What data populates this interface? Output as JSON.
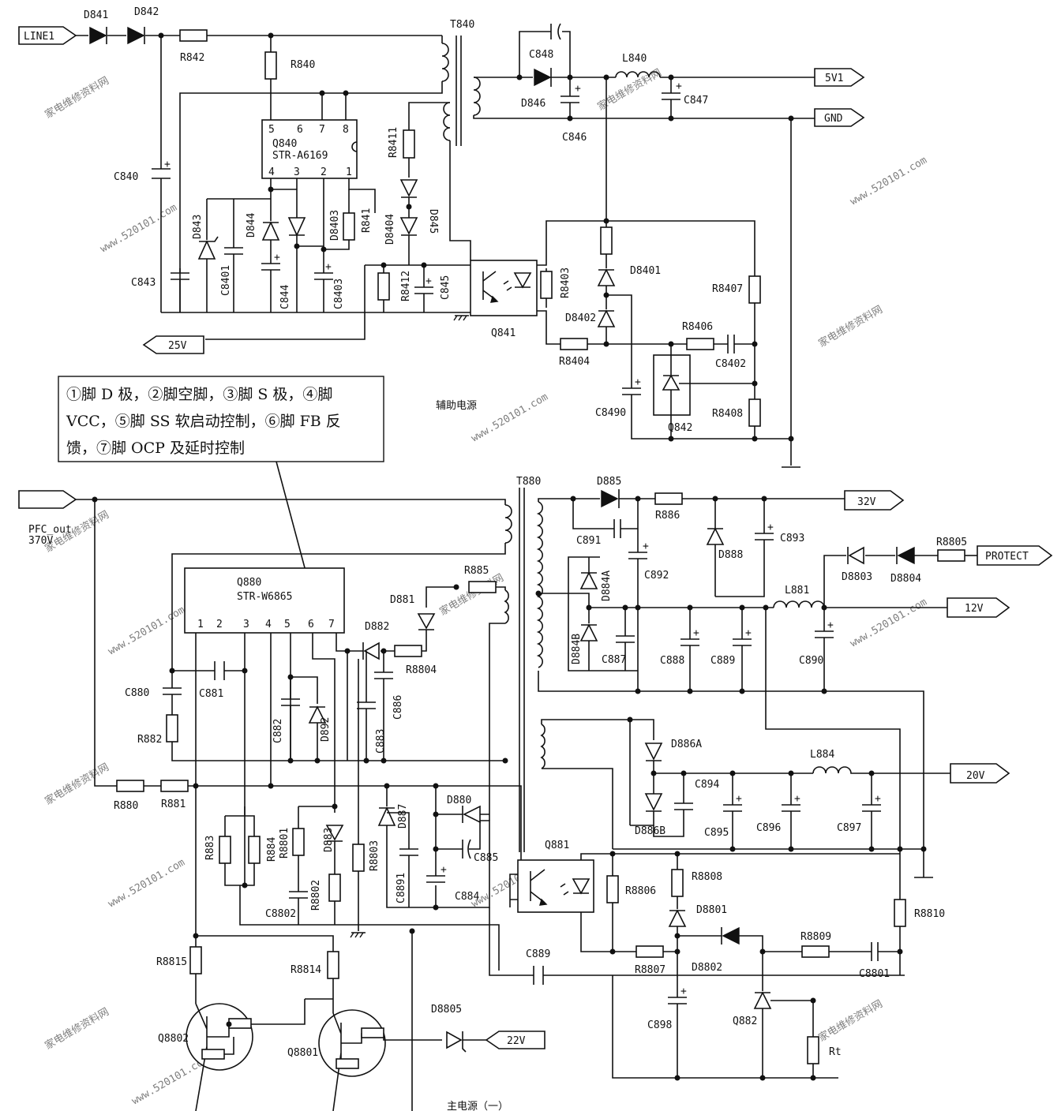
{
  "watermark": {
    "site_cn": "家电维修资料网",
    "site_url": "www.520101.com"
  },
  "captions": {
    "aux": "辅助电源",
    "main": "主电源（一）"
  },
  "note_box": {
    "line1": "①脚 D 极，②脚空脚，③脚 S 极，④脚",
    "line2": "VCC，⑤脚 SS 软启动控制，⑥脚 FB 反",
    "line3": "馈，⑦脚 OCP 及延时控制"
  },
  "ports": {
    "line1": "LINE1",
    "v5": "5V1",
    "gnd": "GND",
    "v25": "25V",
    "pfc": "PFC_out",
    "pfc_v": "370V",
    "v32": "32V",
    "protect": "PROTECT",
    "v12": "12V",
    "v20": "20V",
    "v22": "22V"
  },
  "ic": {
    "q840_ref": "Q840",
    "q840_part": "STR-A6169",
    "q840_pins_top": [
      "5",
      "6",
      "7",
      "8"
    ],
    "q840_pins_bottom": [
      "4",
      "3",
      "2",
      "1"
    ],
    "q880_ref": "Q880",
    "q880_part": "STR-W6865",
    "q880_pins": [
      "1",
      "2",
      "3",
      "4",
      "5",
      "6",
      "7"
    ]
  },
  "labels": {
    "D841": "D841",
    "D842": "D842",
    "R842": "R842",
    "R840": "R840",
    "T840": "T840",
    "C848": "C848",
    "L840": "L840",
    "D846": "D846",
    "C846": "C846",
    "C847": "C847",
    "C840": "C840",
    "R8411": "R8411",
    "D845": "D845",
    "D843": "D843",
    "D844": "D844",
    "D8403": "D8403",
    "R841": "R841",
    "D8404": "D8404",
    "C843": "C843",
    "C8401": "C8401",
    "C844": "C844",
    "C8403": "C8403",
    "R8412": "R8412",
    "C845": "C845",
    "Q841": "Q841",
    "R8403": "R8403",
    "D8401": "D8401",
    "D8402": "D8402",
    "R8407": "R8407",
    "R8406": "R8406",
    "R8404": "R8404",
    "C8402": "C8402",
    "C8490": "C8490",
    "Q842": "Q842",
    "R8408": "R8408",
    "T880": "T880",
    "D885": "D885",
    "R886": "R886",
    "C891": "C891",
    "C892": "C892",
    "D888": "D888",
    "C893": "C893",
    "D8803": "D8803",
    "D8804": "D8804",
    "R8805": "R8805",
    "L881": "L881",
    "D884A": "D884A",
    "D884B": "D884B",
    "C887": "C887",
    "C888": "C888",
    "C889": "C889",
    "C890": "C890",
    "R885": "R885",
    "D881": "D881",
    "D882": "D882",
    "R8804": "R8804",
    "C880": "C880",
    "C881": "C881",
    "R882": "R882",
    "C882": "C882",
    "D892": "D892",
    "C883": "C883",
    "C886": "C886",
    "D886A": "D886A",
    "D886B": "D886B",
    "L884": "L884",
    "C894": "C894",
    "C895": "C895",
    "C896": "C896",
    "C897": "C897",
    "R880": "R880",
    "R881": "R881",
    "D880": "D880",
    "R883": "R883",
    "R884": "R884",
    "R8801": "R8801",
    "D883": "D883",
    "R8803": "R8803",
    "D887": "D887",
    "C885": "C885",
    "C8891": "C8891",
    "C884": "C884",
    "C8802": "C8802",
    "R8802": "R8802",
    "Q881": "Q881",
    "R8806": "R8806",
    "R8808": "R8808",
    "D8801": "D8801",
    "R8810": "R8810",
    "R8807": "R8807",
    "D8802": "D8802",
    "R8809": "R8809",
    "C8801": "C8801",
    "R8815": "R8815",
    "R8814": "R8814",
    "C8890": "C889",
    "D8805": "D8805",
    "Q8802": "Q8802",
    "Q8801": "Q8801",
    "C898": "C898",
    "Q882": "Q882",
    "Rt": "Rt"
  }
}
